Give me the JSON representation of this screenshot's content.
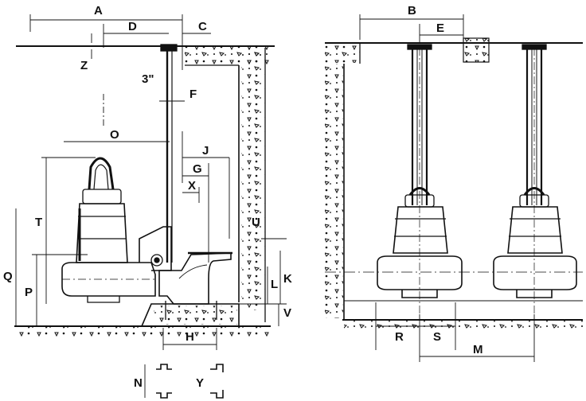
{
  "labels": {
    "A": "A",
    "B": "B",
    "C": "C",
    "D": "D",
    "E": "E",
    "F": "F",
    "G": "G",
    "H": "H",
    "J": "J",
    "K": "K",
    "L": "L",
    "M": "M",
    "N": "N",
    "O": "O",
    "P": "P",
    "Q": "Q",
    "R": "R",
    "S": "S",
    "T": "T",
    "U": "U",
    "V": "V",
    "X": "X",
    "Y": "Y",
    "Z": "Z",
    "pipe": "3\""
  },
  "colors": {
    "ink": "#111111",
    "paper": "#ffffff"
  }
}
